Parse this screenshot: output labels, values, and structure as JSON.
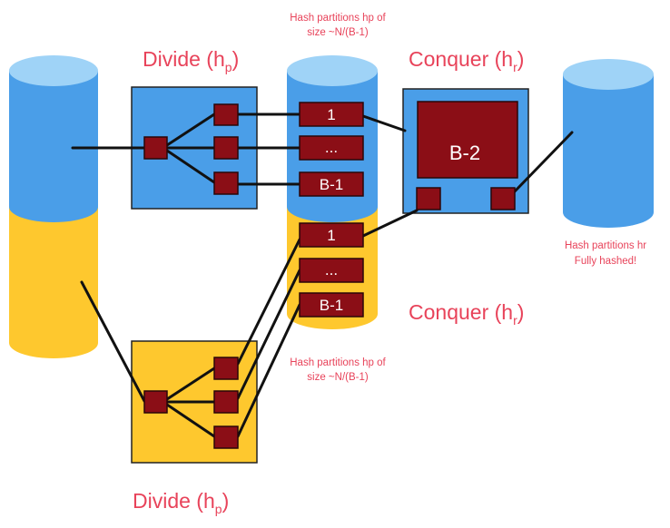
{
  "titles": {
    "divide_top_main": "Divide (h",
    "divide_top_sub": "p",
    "divide_top_close": ")",
    "conquer_top_main": "Conquer (h",
    "conquer_top_sub": "r",
    "conquer_top_close": ")",
    "conquer_bottom_main": "Conquer (h",
    "conquer_bottom_sub": "r",
    "conquer_bottom_close": ")",
    "divide_bottom_main": "Divide (h",
    "divide_bottom_sub": "p",
    "divide_bottom_close": ")"
  },
  "notes": {
    "hash_top_line1": "Hash partitions hp of",
    "hash_top_line2": "size ~N/(B-1)",
    "hash_bottom_line1": "Hash partitions hp of",
    "hash_bottom_line2": "size ~N/(B-1)",
    "hash_right_line1": "Hash partitions hr",
    "hash_right_line2": "Fully hashed!"
  },
  "buffers": {
    "top": [
      "1",
      "...",
      "B-1"
    ],
    "bottom": [
      "1",
      "...",
      "B-1"
    ]
  },
  "conquer_buffer_label": "B-2",
  "colors": {
    "blue": "#4a9ee8",
    "blue_top": "#9fd3f7",
    "yellow": "#fec82e",
    "dark_red": "#8b0e16",
    "accent_text": "#e8435a"
  }
}
